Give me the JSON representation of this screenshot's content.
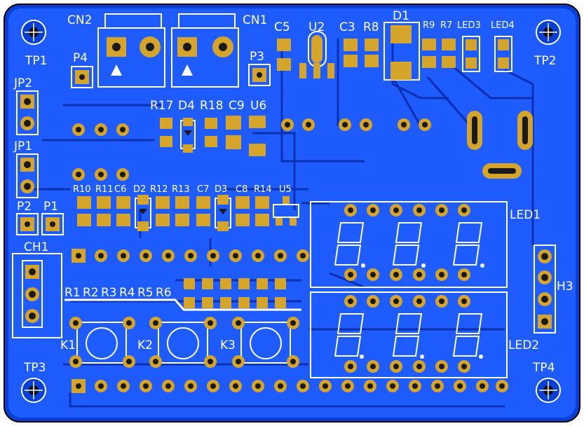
{
  "board": {
    "colors": {
      "substrate": "#0a3fd6",
      "copper": "#1e5cff",
      "trace": "#0b2fb0",
      "pad": "#d4a52a",
      "pad_hole": "#1a1a1a",
      "silk": "#ffffff",
      "outline": "#000000"
    },
    "labels": {
      "cn2": "CN2",
      "cn1": "CN1",
      "c5": "C5",
      "u2": "U2",
      "c3": "C3",
      "r8": "R8",
      "d1": "D1",
      "r9": "R9",
      "r7": "R7",
      "led3": "LED3",
      "led4": "LED4",
      "tp1": "TP1",
      "tp2": "TP2",
      "tp3": "TP3",
      "tp4": "TP4",
      "p4": "P4",
      "p3": "P3",
      "p2": "P2",
      "p1": "P1",
      "jp2": "JP2",
      "jp1": "JP1",
      "ch1": "CH1",
      "h3": "H3",
      "r17": "R17",
      "d4": "D4",
      "r18": "R18",
      "c9": "C9",
      "u6": "U6",
      "r10": "R10",
      "r11": "R11",
      "c6": "C6",
      "d2": "D2",
      "r12": "R12",
      "r13": "R13",
      "c7": "C7",
      "d3": "D3",
      "c8": "C8",
      "r14": "R14",
      "u5": "U5",
      "led1": "LED1",
      "led2": "LED2",
      "r1": "R1",
      "r2": "R2",
      "r3": "R3",
      "r4": "R4",
      "r5": "R5",
      "r6": "R6",
      "k1": "K1",
      "k2": "K2",
      "k3": "K3"
    },
    "icons": {
      "mounting_hole": "mounting-hole-icon",
      "seven_segment": "seven-segment-display-icon",
      "tact_switch": "tactile-switch-icon"
    }
  }
}
